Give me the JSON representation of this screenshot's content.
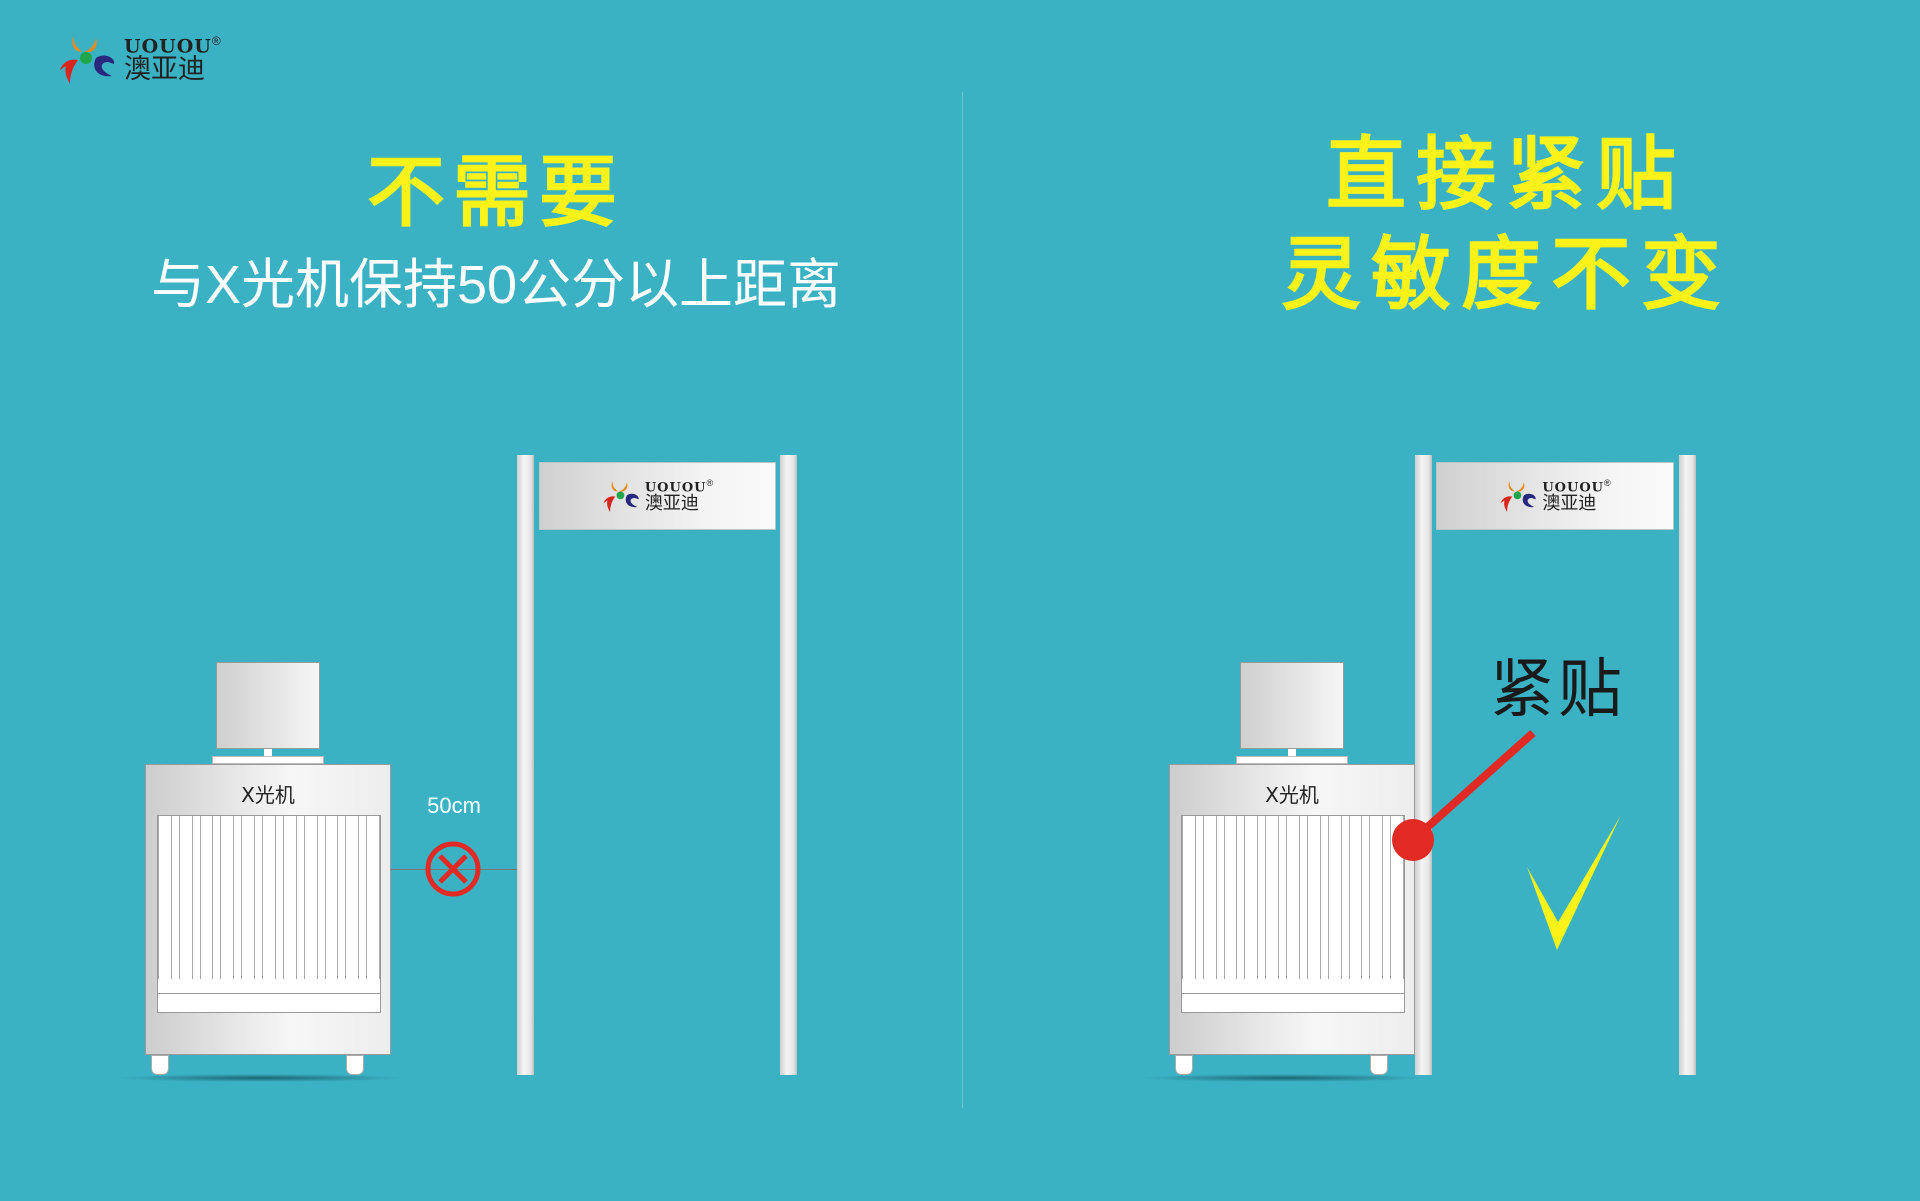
{
  "logo": {
    "brand": "UOUOU",
    "registered": "®",
    "name": "澳亚迪"
  },
  "left": {
    "title": "不需要",
    "subtitle": "与X光机保持50公分以上距离",
    "machine_label": "X光机",
    "distance_label": "50cm",
    "icon": "prohibited-x-icon"
  },
  "right": {
    "title_line1": "直接紧贴",
    "title_line2": "灵敏度不变",
    "machine_label": "X光机",
    "callout": "紧贴",
    "icon": "checkmark-icon"
  },
  "colors": {
    "background": "#3bb2c4",
    "title": "#fbf21a",
    "alert": "#e02a23"
  }
}
